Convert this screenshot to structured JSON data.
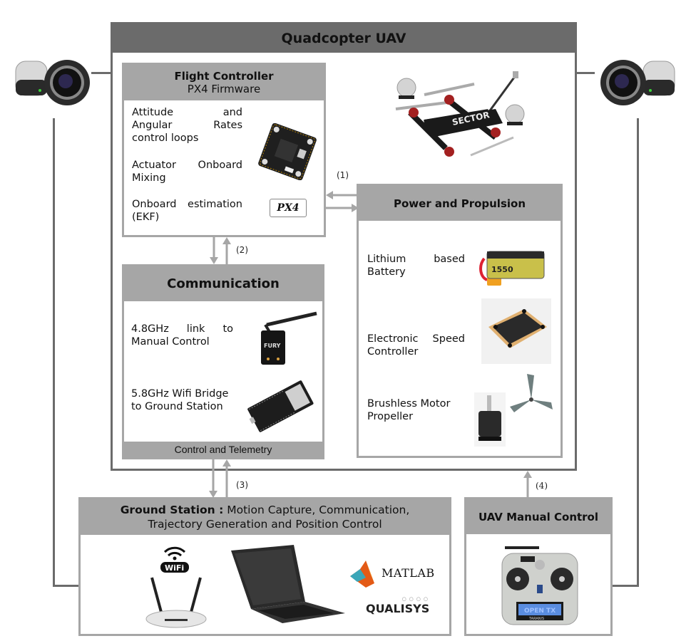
{
  "diagram": {
    "title": "Quadcopter UAV",
    "flight_controller": {
      "title": "Flight Controller",
      "subtitle": "PX4 Firmware",
      "items": [
        {
          "text_lines": [
            "Attitude and",
            "Angular Rates",
            "control loops"
          ],
          "icon": "flight-controller-board-image"
        },
        {
          "text_lines": [
            "Actuator Onboard",
            "Mixing"
          ],
          "icon": ""
        },
        {
          "text_lines": [
            "Onboard estimation",
            "(EKF)"
          ],
          "icon": "px4-logo"
        }
      ],
      "px4_logo_text": "PX4"
    },
    "power": {
      "title": "Power and Propulsion",
      "items": [
        {
          "text_lines": [
            "Lithium based",
            "Battery"
          ],
          "icon": "lipo-battery-image",
          "battery_label": "1550"
        },
        {
          "text_lines": [
            "Electronic Speed",
            "Controller"
          ],
          "icon": "esc-board-image"
        },
        {
          "text_lines": [
            "Brushless Motor",
            "Propeller"
          ],
          "icon": "motor-propeller-image"
        }
      ]
    },
    "communication": {
      "title": "Communication",
      "items": [
        {
          "text_lines": [
            "4.8GHz link to",
            "Manual Control"
          ],
          "icon": "fury-receiver-image",
          "device_label": "FURY"
        },
        {
          "text_lines": [
            "5.8GHz Wifi Bridge",
            "to Ground Station"
          ],
          "icon": "esp32-board-image"
        }
      ],
      "footer": "Control and Telemetry"
    },
    "ground_station": {
      "title_bold": "Ground Station :",
      "title_rest": " Motion Capture, Communication,",
      "title_line2": "Trajectory Generation and Position Control",
      "wifi_label": "WiFi",
      "matlab_label": "MATLAB",
      "qualisys_label": "QUALISYS"
    },
    "manual_control": {
      "title": "UAV Manual Control",
      "screen_label": "OPEN TX",
      "brand_label": "TARANIS"
    },
    "drone_label": "SECTOR",
    "links": [
      {
        "id": "1",
        "label": "(1)"
      },
      {
        "id": "2",
        "label": "(2)"
      },
      {
        "id": "3",
        "label": "(3)"
      },
      {
        "id": "4",
        "label": "(4)"
      }
    ],
    "colors": {
      "dark_gray": "#6b6b6b",
      "light_gray": "#a6a6a6"
    }
  }
}
